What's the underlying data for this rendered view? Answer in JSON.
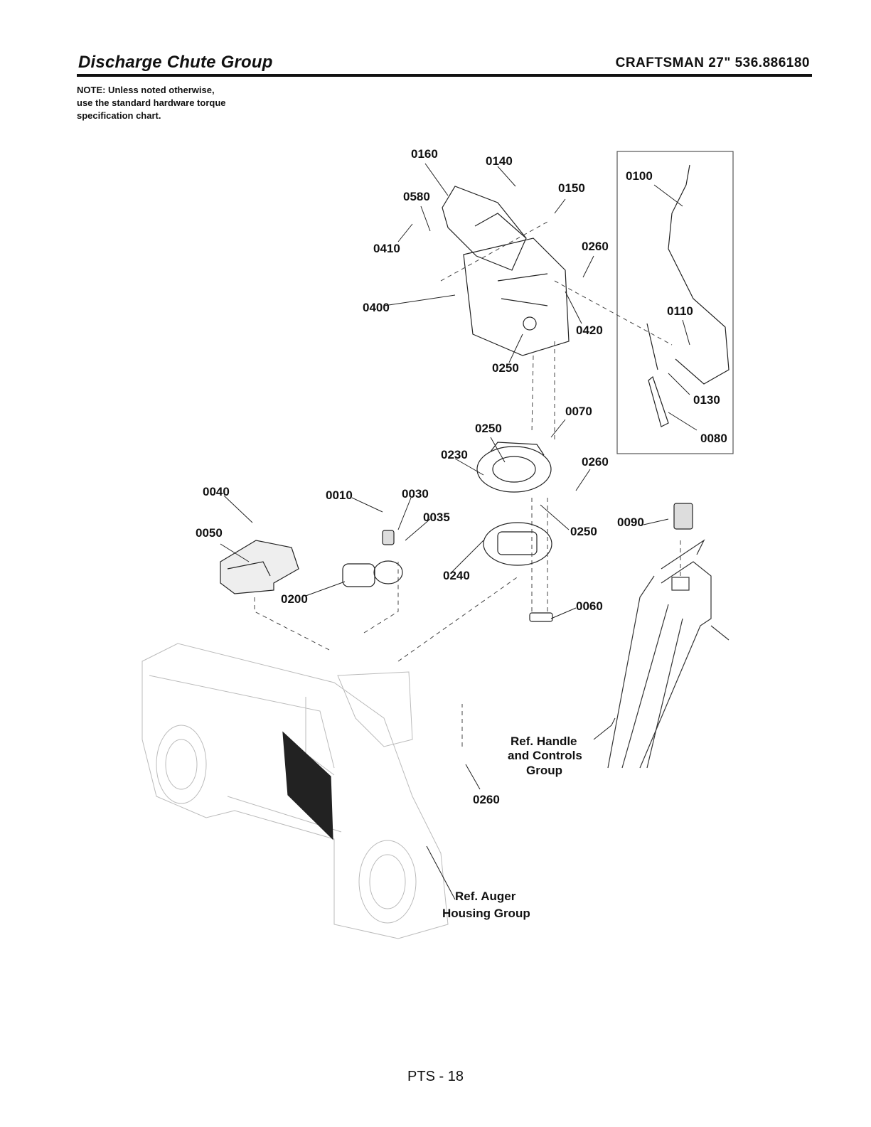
{
  "header": {
    "title": "Discharge Chute Group",
    "model": "CRAFTSMAN 27\" 536.886180"
  },
  "note": {
    "line1": "NOTE: Unless noted otherwise,",
    "line2": "use the standard hardware torque",
    "line3": "specification chart."
  },
  "callouts": {
    "c0160": "0160",
    "c0140": "0140",
    "c0150": "0150",
    "c0580": "0580",
    "c0410": "0410",
    "c0260a": "0260",
    "c0400": "0400",
    "c0420": "0420",
    "c0250a": "0250",
    "c0100": "0100",
    "c0110": "0110",
    "c0130": "0130",
    "c0080": "0080",
    "c0070": "0070",
    "c0250b": "0250",
    "c0230": "0230",
    "c0260b": "0260",
    "c0040": "0040",
    "c0010": "0010",
    "c0030": "0030",
    "c0035": "0035",
    "c0050": "0050",
    "c0250c": "0250",
    "c0090": "0090",
    "c0240": "0240",
    "c0200": "0200",
    "c0060": "0060",
    "c0260c": "0260"
  },
  "refs": {
    "handle_line1": "Ref. Handle",
    "handle_line2": "and Controls",
    "handle_line3": "Group",
    "auger_line1": "Ref. Auger",
    "auger_line2": "Housing Group"
  },
  "footer": {
    "page": "PTS - 18"
  }
}
